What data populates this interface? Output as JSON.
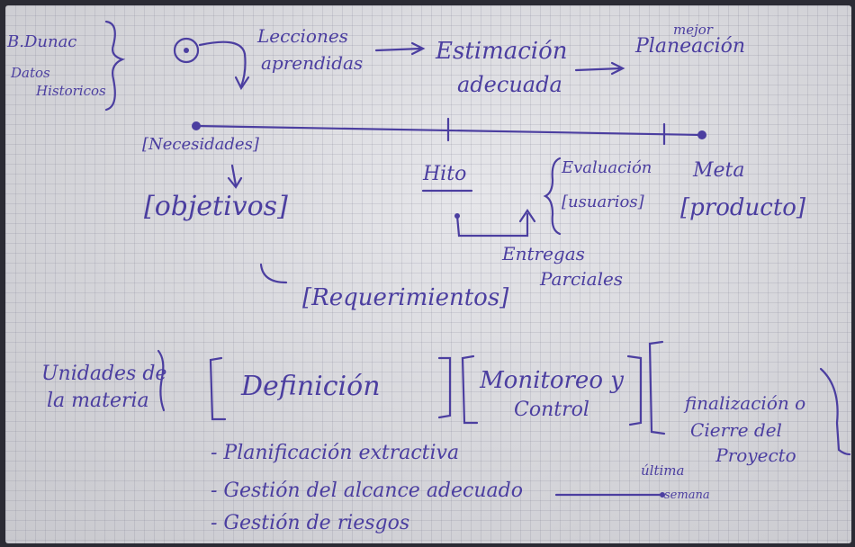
{
  "board": {
    "top_left": {
      "line1": "B.Dunac",
      "line2": "Datos",
      "line3": "Historicos"
    },
    "flow": {
      "lecciones": [
        "Lecciones",
        "aprendidas"
      ],
      "estimacion": [
        "Estimación",
        "adecuada"
      ],
      "mejor": "mejor",
      "planeacion": "Planeación"
    },
    "timeline": {
      "necesidades": "[Necesidades]",
      "objetivos": "[objetivos]",
      "requerimientos": "[Requerimientos]",
      "hito": "Hito",
      "evaluacion": "Evaluación",
      "usuarios": "[usuarios]",
      "entregas": [
        "Entregas",
        "Parciales"
      ],
      "meta": "Meta",
      "producto": "[producto]"
    },
    "unidades": {
      "label": [
        "Unidades de",
        "la materia"
      ],
      "definicion": "Definición",
      "monitoreo": [
        "Monitoreo y",
        "Control"
      ],
      "finalizacion": [
        "finalización o",
        "Cierre del",
        "Proyecto"
      ],
      "items": [
        "- Planificación extractiva",
        "- Gestión del alcance adecuado",
        "- Gestión de riesgos"
      ],
      "ultima": [
        "última",
        "semana"
      ]
    }
  }
}
